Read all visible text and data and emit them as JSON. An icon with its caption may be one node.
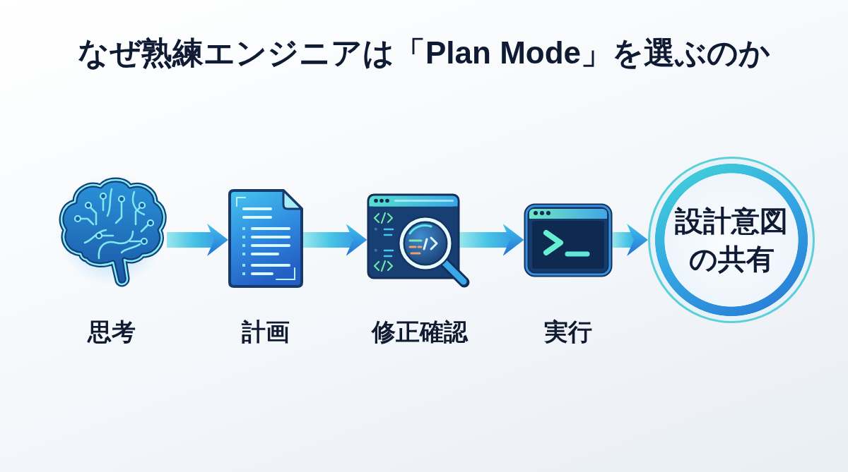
{
  "diagram": {
    "title": "なぜ熟練エンジニアは「Plan Mode」を選ぶのか",
    "nodes": [
      {
        "text": [],
        "shape": "picture",
        "beside": [
          "思考"
        ]
      },
      {
        "text": [],
        "shape": "picture",
        "beside": [
          "計画"
        ]
      },
      {
        "text": [],
        "shape": "picture",
        "beside": [
          "修正確認"
        ]
      },
      {
        "text": [],
        "shape": "picture",
        "beside": [
          "実行"
        ]
      },
      {
        "text": [
          "設計意図の共有"
        ]
      }
    ],
    "edges": [
      {
        "from": 0,
        "to": 1,
        "arrow": "to"
      },
      {
        "from": 1,
        "to": 2,
        "arrow": "to"
      },
      {
        "from": 2,
        "to": 3,
        "arrow": "to"
      },
      {
        "from": 3,
        "to": 4,
        "arrow": "to"
      }
    ]
  }
}
